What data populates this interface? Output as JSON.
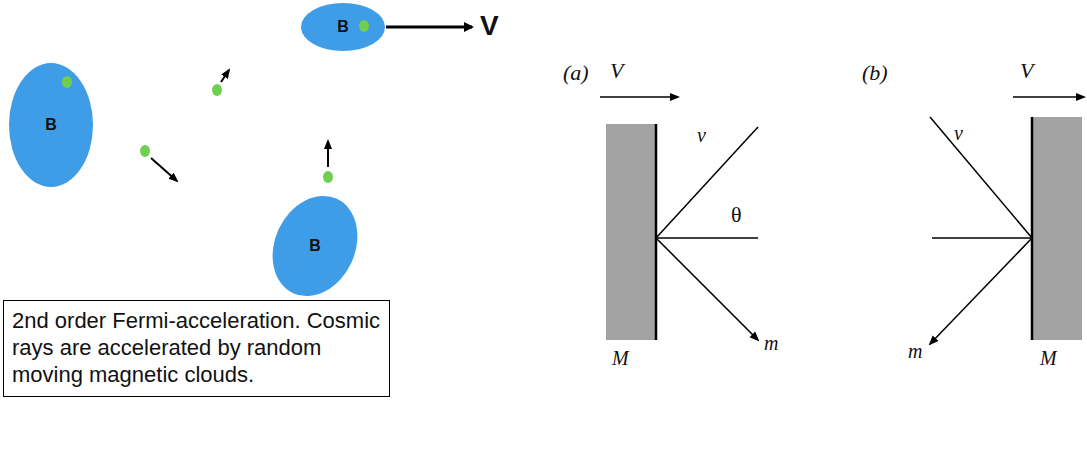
{
  "diagram": {
    "nodes": [
      {
        "text": [
          "B"
        ]
      },
      {
        "text": [
          "B"
        ]
      },
      {
        "text": [
          "B"
        ]
      },
      {
        "text": [
          "2nd order Fermi-acceleration. Cosmic rays are accelerated by random moving magnetic clouds."
        ]
      }
    ],
    "labels": [
      "V",
      "(a)",
      "V",
      "v",
      "θ",
      "M",
      "m",
      "(b)",
      "V",
      "v",
      "m",
      "M"
    ]
  }
}
